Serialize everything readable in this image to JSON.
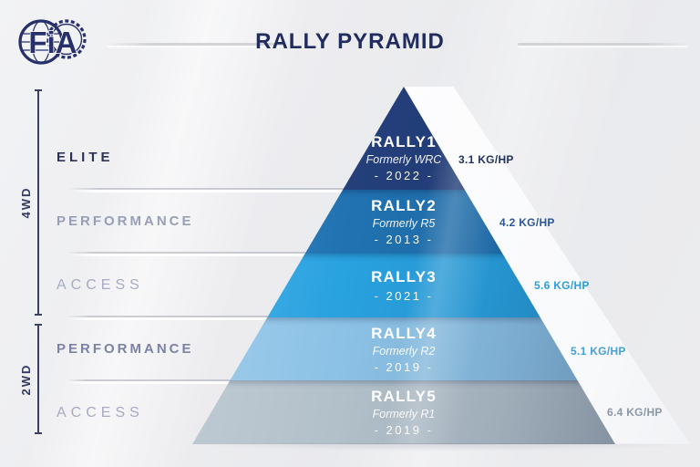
{
  "header": {
    "title": "RALLY PYRAMID",
    "logo_text": "FiA"
  },
  "left_axis": {
    "drive_groups": [
      {
        "label": "4WD",
        "rows_covered": [
          "ELITE",
          "PERFORMANCE",
          "ACCESS"
        ]
      },
      {
        "label": "2WD",
        "rows_covered": [
          "PERFORMANCE",
          "ACCESS"
        ]
      }
    ],
    "row_labels": [
      {
        "label": "ELITE"
      },
      {
        "label": "PERFORMANCE"
      },
      {
        "label": "ACCESS"
      },
      {
        "label": "PERFORMANCE"
      },
      {
        "label": "ACCESS"
      }
    ]
  },
  "pyramid": {
    "tiers": [
      {
        "name": "RALLY1",
        "formerly": "Formerly WRC",
        "year": "- 2022 -",
        "power_ratio": "3.1 KG/HP",
        "category": "ELITE",
        "drive": "4WD",
        "color": "#24407c",
        "ratio_color": "#23335f"
      },
      {
        "name": "RALLY2",
        "formerly": "Formerly R5",
        "year": "- 2013 -",
        "power_ratio": "4.2 KG/HP",
        "category": "PERFORMANCE",
        "drive": "4WD",
        "color": "#2173b2",
        "ratio_color": "#2b5694"
      },
      {
        "name": "RALLY3",
        "formerly": "",
        "year": "- 2021 -",
        "power_ratio": "5.6 KG/HP",
        "category": "ACCESS",
        "drive": "4WD",
        "color": "#29a2e0",
        "ratio_color": "#2ba0da"
      },
      {
        "name": "RALLY4",
        "formerly": "Formerly R2",
        "year": "- 2019 -",
        "power_ratio": "5.1 KG/HP",
        "category": "PERFORMANCE",
        "drive": "2WD",
        "color": "#8cc2e6",
        "ratio_color": "#44a0d8"
      },
      {
        "name": "RALLY5",
        "formerly": "Formerly R1",
        "year": "- 2019 -",
        "power_ratio": "6.4 KG/HP",
        "category": "ACCESS",
        "drive": "2WD",
        "color": "#b2c0ca",
        "ratio_color": "#8a98a6"
      }
    ]
  }
}
